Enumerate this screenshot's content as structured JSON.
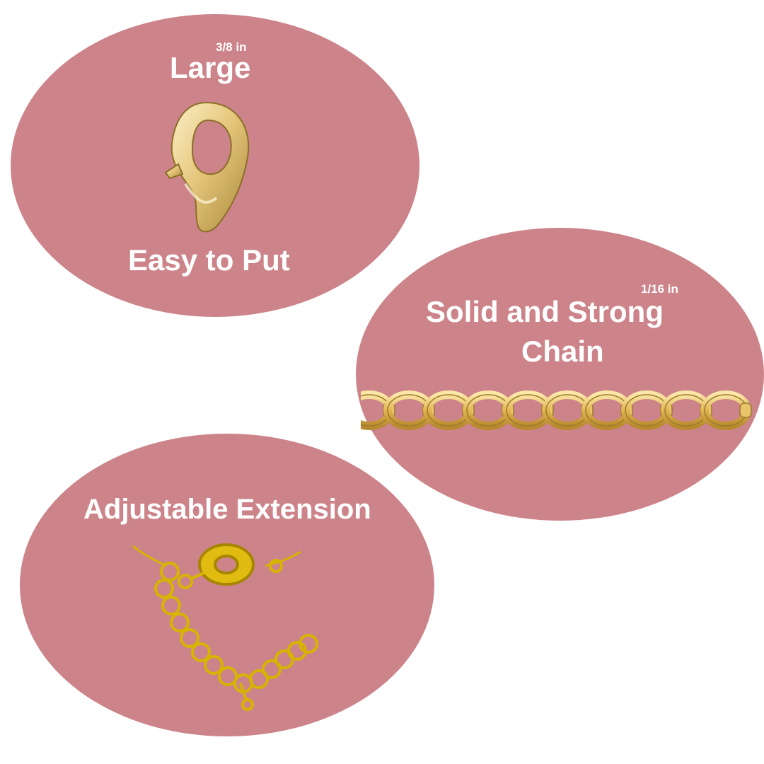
{
  "panels": {
    "clasp": {
      "size": "3/8 in",
      "title": "Large",
      "caption": "Easy to Put"
    },
    "chain": {
      "size": "1/16 in",
      "line1": "Solid and Strong",
      "line2": "Chain"
    },
    "extension": {
      "title": "Adjustable Extension"
    }
  },
  "colors": {
    "oval_fill": "#cc848a",
    "text": "#ffffff",
    "gold_light": "#f6e2a6",
    "gold": "#d9b45a",
    "gold_dark": "#9b7a2c",
    "extender_gold": "#d7b400"
  },
  "icons": [
    "lobster-clasp-icon",
    "cable-chain-icon",
    "extender-chain-icon"
  ]
}
